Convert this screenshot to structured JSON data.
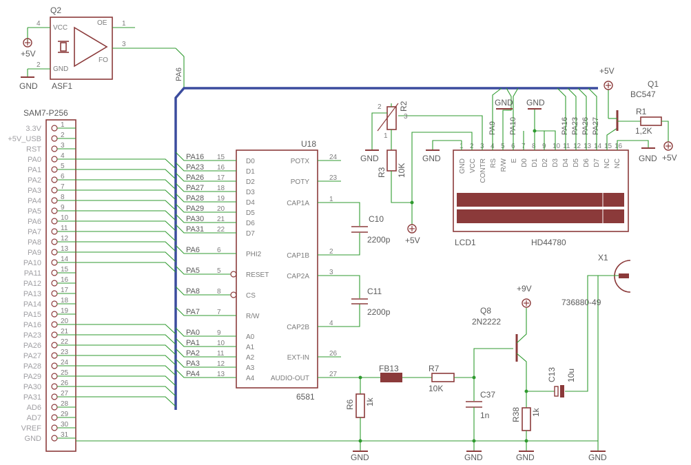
{
  "q2": {
    "ref": "Q2",
    "vcc": "VCC",
    "oe": "OE",
    "gnd": "GND",
    "fo": "FO",
    "name": "ASF1",
    "p4": "4",
    "p1": "1",
    "p2": "2",
    "p3": "3",
    "pwr": "+5V",
    "gnd_sym": "GND"
  },
  "bus_label": "PA6",
  "conn": {
    "name": "SAM7-P256",
    "labels": [
      "3.3V",
      "+5V_USB",
      "RST",
      "PA0",
      "PA1",
      "PA2",
      "PA3",
      "PA4",
      "PA5",
      "PA6",
      "PA7",
      "PA8",
      "PA9",
      "PA10",
      "PA11",
      "PA12",
      "PA13",
      "PA14",
      "PA15",
      "PA16",
      "PA23",
      "PA26",
      "PA27",
      "PA28",
      "PA29",
      "PA30",
      "PA31",
      "AD6",
      "AD7",
      "VREF",
      "GND"
    ],
    "pins": [
      "1",
      "2",
      "3",
      "4",
      "5",
      "6",
      "7",
      "8",
      "9",
      "10",
      "11",
      "12",
      "13",
      "14",
      "15",
      "16",
      "17",
      "18",
      "19",
      "20",
      "21",
      "22",
      "23",
      "24",
      "25",
      "26",
      "27",
      "28",
      "29",
      "30",
      "31"
    ]
  },
  "u18": {
    "ref": "U18",
    "name": "6581",
    "left": [
      {
        "net": "PA16",
        "num": "15",
        "pin": "D0"
      },
      {
        "net": "PA23",
        "num": "16",
        "pin": "D1"
      },
      {
        "net": "PA26",
        "num": "17",
        "pin": "D2"
      },
      {
        "net": "PA27",
        "num": "18",
        "pin": "D3"
      },
      {
        "net": "PA28",
        "num": "19",
        "pin": "D4"
      },
      {
        "net": "PA29",
        "num": "20",
        "pin": "D5"
      },
      {
        "net": "PA30",
        "num": "21",
        "pin": "D6"
      },
      {
        "net": "PA31",
        "num": "22",
        "pin": "D7"
      },
      {
        "net": "PA6",
        "num": "6",
        "pin": "PHI2"
      },
      {
        "net": "PA5",
        "num": "5",
        "pin": "RESET"
      },
      {
        "net": "PA8",
        "num": "8",
        "pin": "CS"
      },
      {
        "net": "PA7",
        "num": "7",
        "pin": "R/W"
      },
      {
        "net": "PA0",
        "num": "9",
        "pin": "A0"
      },
      {
        "net": "PA1",
        "num": "10",
        "pin": "A1"
      },
      {
        "net": "PA2",
        "num": "11",
        "pin": "A2"
      },
      {
        "net": "PA3",
        "num": "12",
        "pin": "A3"
      },
      {
        "net": "PA4",
        "num": "13",
        "pin": "A4"
      }
    ],
    "right": [
      {
        "pin": "POTX",
        "num": "24"
      },
      {
        "pin": "POTY",
        "num": "23"
      },
      {
        "pin": "CAP1A",
        "num": "1"
      },
      {
        "pin": "CAP1B",
        "num": "2"
      },
      {
        "pin": "CAP2A",
        "num": "3"
      },
      {
        "pin": "CAP2B",
        "num": "4"
      },
      {
        "pin": "EXT-IN",
        "num": "26"
      },
      {
        "pin": "AUDIO-OUT",
        "num": "27"
      }
    ]
  },
  "c10": {
    "ref": "C10",
    "val": "2200p"
  },
  "c11": {
    "ref": "C11",
    "val": "2200p"
  },
  "lcd": {
    "ref": "LCD1",
    "model": "HD44780",
    "title": "LCD DISPLAY 16x2",
    "pins": [
      "GND",
      "VCC",
      "CONTR",
      "RS",
      "R/W",
      "E",
      "D0",
      "D1",
      "D2",
      "D3",
      "D4",
      "D5",
      "D6",
      "D7",
      "NC",
      "NC"
    ],
    "nums": [
      "1",
      "2",
      "3",
      "4",
      "5",
      "6",
      "7",
      "8",
      "9",
      "10",
      "11",
      "12",
      "13",
      "14",
      "15",
      "16"
    ],
    "nets": [
      "PA9",
      "PA10",
      "PA16",
      "PA23",
      "PA26",
      "PA27"
    ],
    "gnds": [
      "GND",
      "GND",
      "GND"
    ]
  },
  "r2": {
    "ref": "R2",
    "p1": "1",
    "p2": "2",
    "p3": "3"
  },
  "r3": {
    "ref": "R3",
    "val": "10K"
  },
  "q1": {
    "ref": "Q1",
    "model": "BC547"
  },
  "r1": {
    "ref": "R1",
    "val": "1,2K"
  },
  "x1": {
    "ref": "X1",
    "val": "736880-49"
  },
  "q8": {
    "ref": "Q8",
    "model": "2N2222"
  },
  "fb13": {
    "ref": "FB13"
  },
  "r7": {
    "ref": "R7",
    "val": "10K"
  },
  "r6": {
    "ref": "R6",
    "val": "1k"
  },
  "c37": {
    "ref": "C37",
    "val": "1n"
  },
  "r38": {
    "ref": "R38",
    "val": "1k"
  },
  "c13": {
    "ref": "C13",
    "val": "10u"
  },
  "supplies": {
    "p5": "+5V",
    "p9": "+9V",
    "gnd": "GND"
  }
}
